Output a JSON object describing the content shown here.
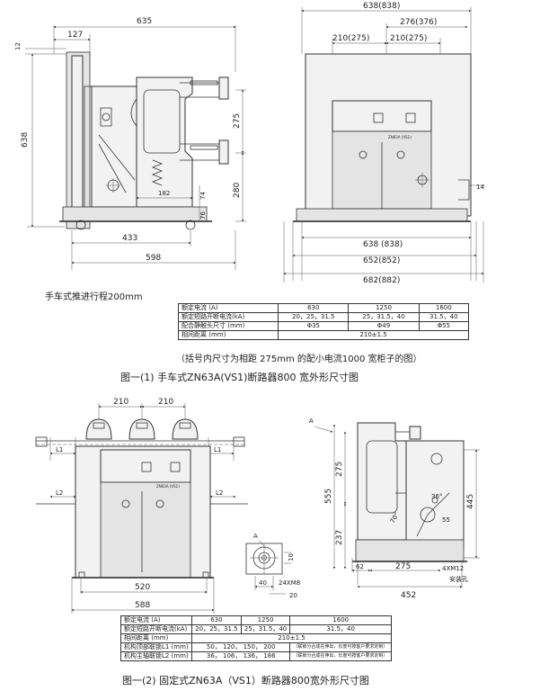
{
  "fig1": {
    "side": {
      "w635": "635",
      "d127": "127",
      "d12": "12",
      "h638": "638",
      "h275": "275",
      "h280": "280",
      "d182": "182",
      "d74": "74",
      "d76": "76",
      "d433": "433",
      "d598": "598"
    },
    "front": {
      "w638top": "638(838)",
      "w276": "276(376)",
      "w210a": "210(275)",
      "w210b": "210(275)",
      "d14": "14",
      "w638": "638 (838)",
      "w652": "652(852)",
      "w682": "682(882)",
      "label": "ZN63A (VS1)"
    },
    "travel_note": "手车式推进行程200mm",
    "table": {
      "rows": [
        [
          "额定电流 (A)",
          "630",
          "1250",
          "1600"
        ],
        [
          "额定短路开断电流(kA)",
          "20，25，31.5",
          "25，31.5，40",
          "31.5，40"
        ],
        [
          "配合静触头尺寸 (mm)",
          "Φ35",
          "Φ49",
          "Φ55"
        ]
      ],
      "last_row": [
        "相间距离 (mm)",
        "210±1.5"
      ]
    },
    "paren_note": "（括号内尺寸为相距 275mm  的配小电流1000 宽柜子的图）",
    "caption": "图一(1) 手车式ZN63A(VS1)断路器800 宽外形尺寸图"
  },
  "fig2": {
    "front": {
      "w210a": "210",
      "w210b": "210",
      "L1a": "L1",
      "L1b": "L1",
      "L2a": "L2",
      "L2b": "L2",
      "w520": "520",
      "w588": "588",
      "label": "ZN63A (VS1)"
    },
    "detail": {
      "A": "A",
      "d40": "40",
      "d10": "10",
      "d24": "24XM8",
      "d20": "20"
    },
    "side": {
      "A": "A",
      "h275": "275",
      "h555": "555",
      "h237": "237",
      "h445": "445",
      "a70": "70°",
      "a36": "36°",
      "d55": "55",
      "d62": "62",
      "d275": "275",
      "d4": "4XM12",
      "install": "安装孔",
      "d452": "452"
    },
    "table": {
      "row1": [
        "额定电流 (A)",
        "630",
        "1250",
        "1600"
      ],
      "row2": [
        "额定短路开断电流(kA)",
        "20，25，31.5",
        "25，31.5，40",
        "31.5，40"
      ],
      "row3": [
        "相间距离 (mm)",
        "210±1.5"
      ],
      "row4": [
        "机构顶部联锁L1 (mm)",
        "50， 120， 150， 200",
        "（联锁分合成在伸出，长度可按客户要求定制）"
      ],
      "row5": [
        "机构主轴联锁L2 (mm)",
        "36， 106， 136， 186",
        "（联锁分合成在伸出，长度可按客户要求定制）"
      ]
    },
    "caption": "图一(2) 固定式ZN63A（VS1）断路器800宽外形尺寸图"
  }
}
